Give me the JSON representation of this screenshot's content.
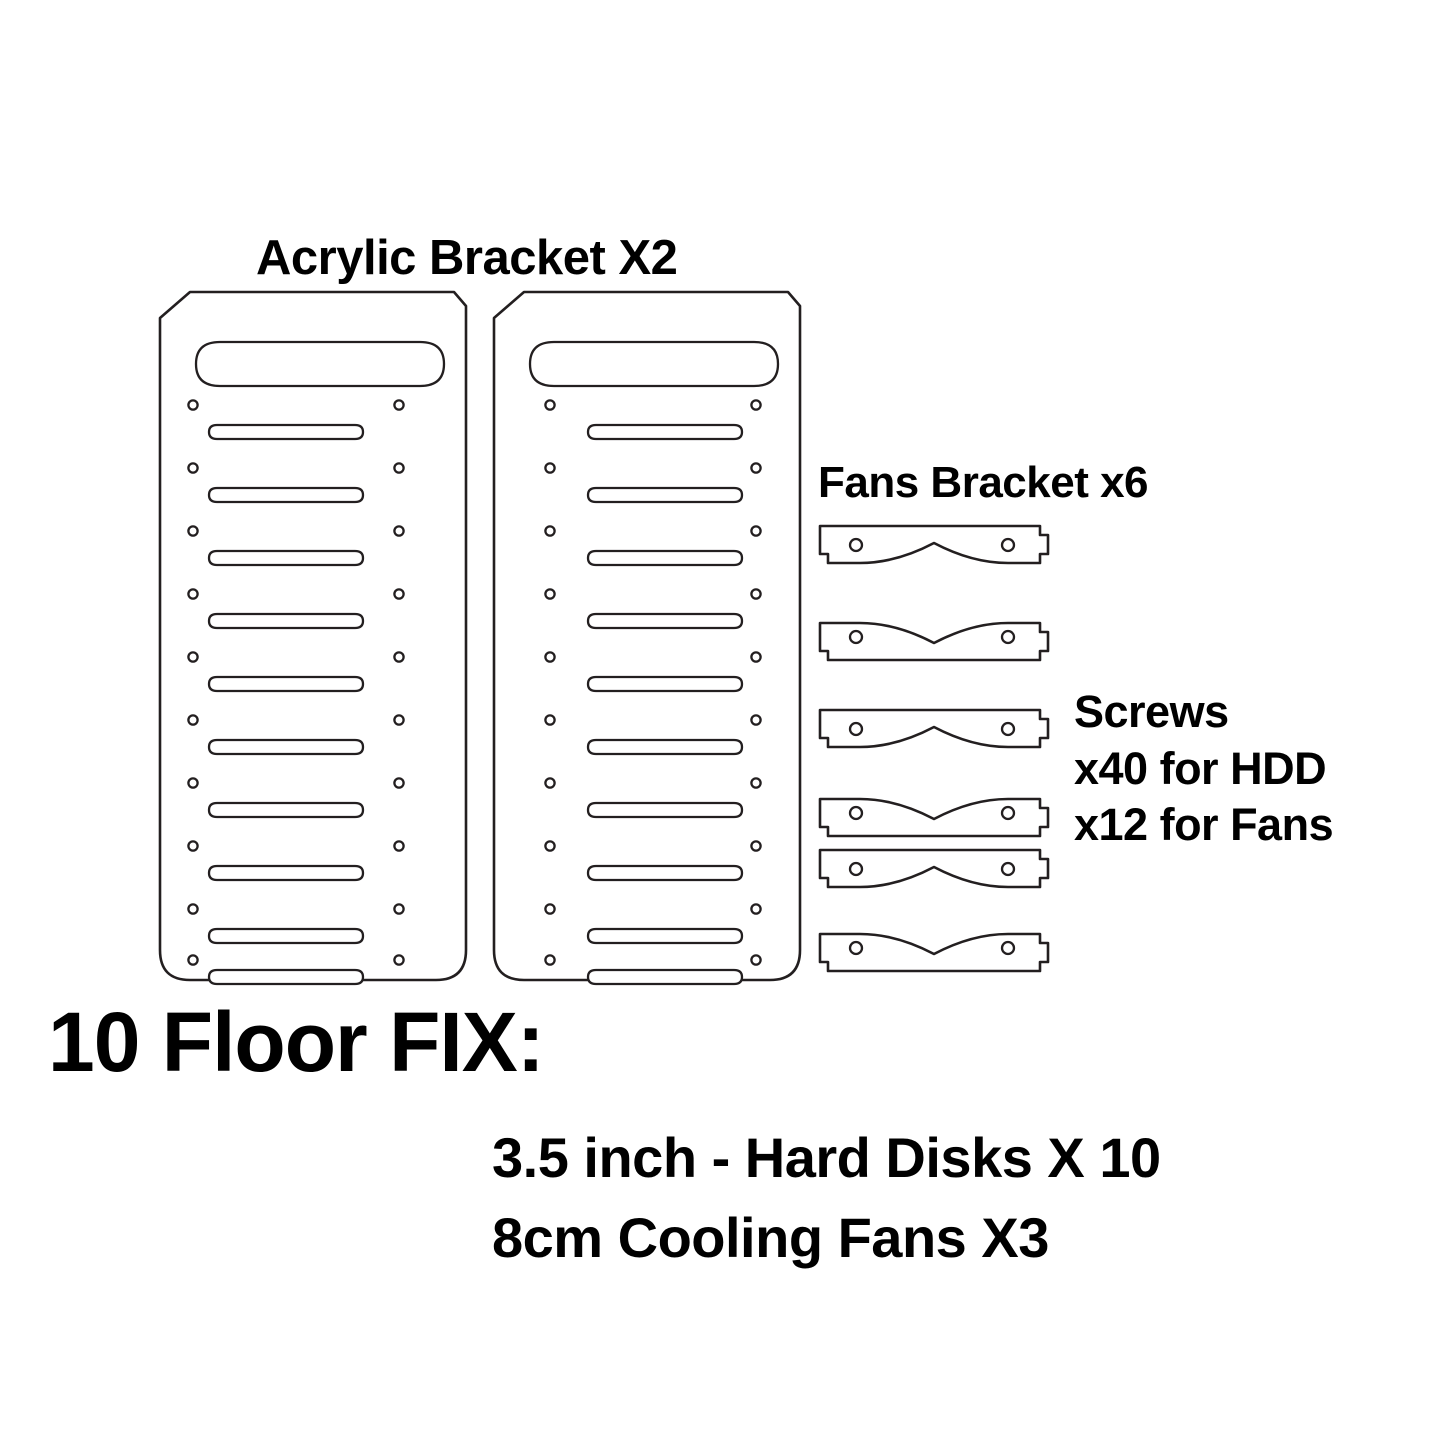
{
  "headings": {
    "acrylic_bracket": "Acrylic Bracket X2",
    "fans_bracket": "Fans Bracket x6",
    "floor_fix": "10 Floor FIX:"
  },
  "screws": {
    "title": "Screws",
    "line_hdd": "x40 for HDD",
    "line_fans": "x12 for Fans"
  },
  "specs": {
    "hard_disks": "3.5 inch - Hard Disks X 10",
    "cooling_fans": "8cm Cooling Fans X3"
  },
  "diagram": {
    "acrylic_panel_count": 2,
    "floors_per_panel": 10,
    "slots_per_panel": 10,
    "hole_pairs_per_panel": 10,
    "fan_bracket_count": 6,
    "fan_bracket_arch_pattern": [
      "up",
      "down",
      "up",
      "down",
      "up",
      "down"
    ],
    "fan_bracket_holes_each": 2,
    "panel_handle_slot": "stadium",
    "panel_top_corners": "chamfered",
    "panel_bottom_corners": "rounded"
  },
  "colors": {
    "background": "#ffffff",
    "outline": "#231f20",
    "text": "#000000"
  }
}
